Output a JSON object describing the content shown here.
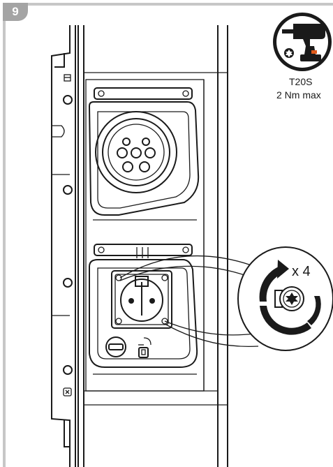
{
  "step": {
    "number": "9"
  },
  "tool": {
    "icon": "cordless-drill-icon",
    "bit": "T20S",
    "torque": "2 Nm max"
  },
  "fastening": {
    "quantity": "x 4",
    "icon": "rotate-clockwise-icon",
    "screw_icon": "torx-screw-icon"
  },
  "colors": {
    "line": "#1a1a1a",
    "badge": "#a4a4a4",
    "frame": "#c7c7c7"
  }
}
